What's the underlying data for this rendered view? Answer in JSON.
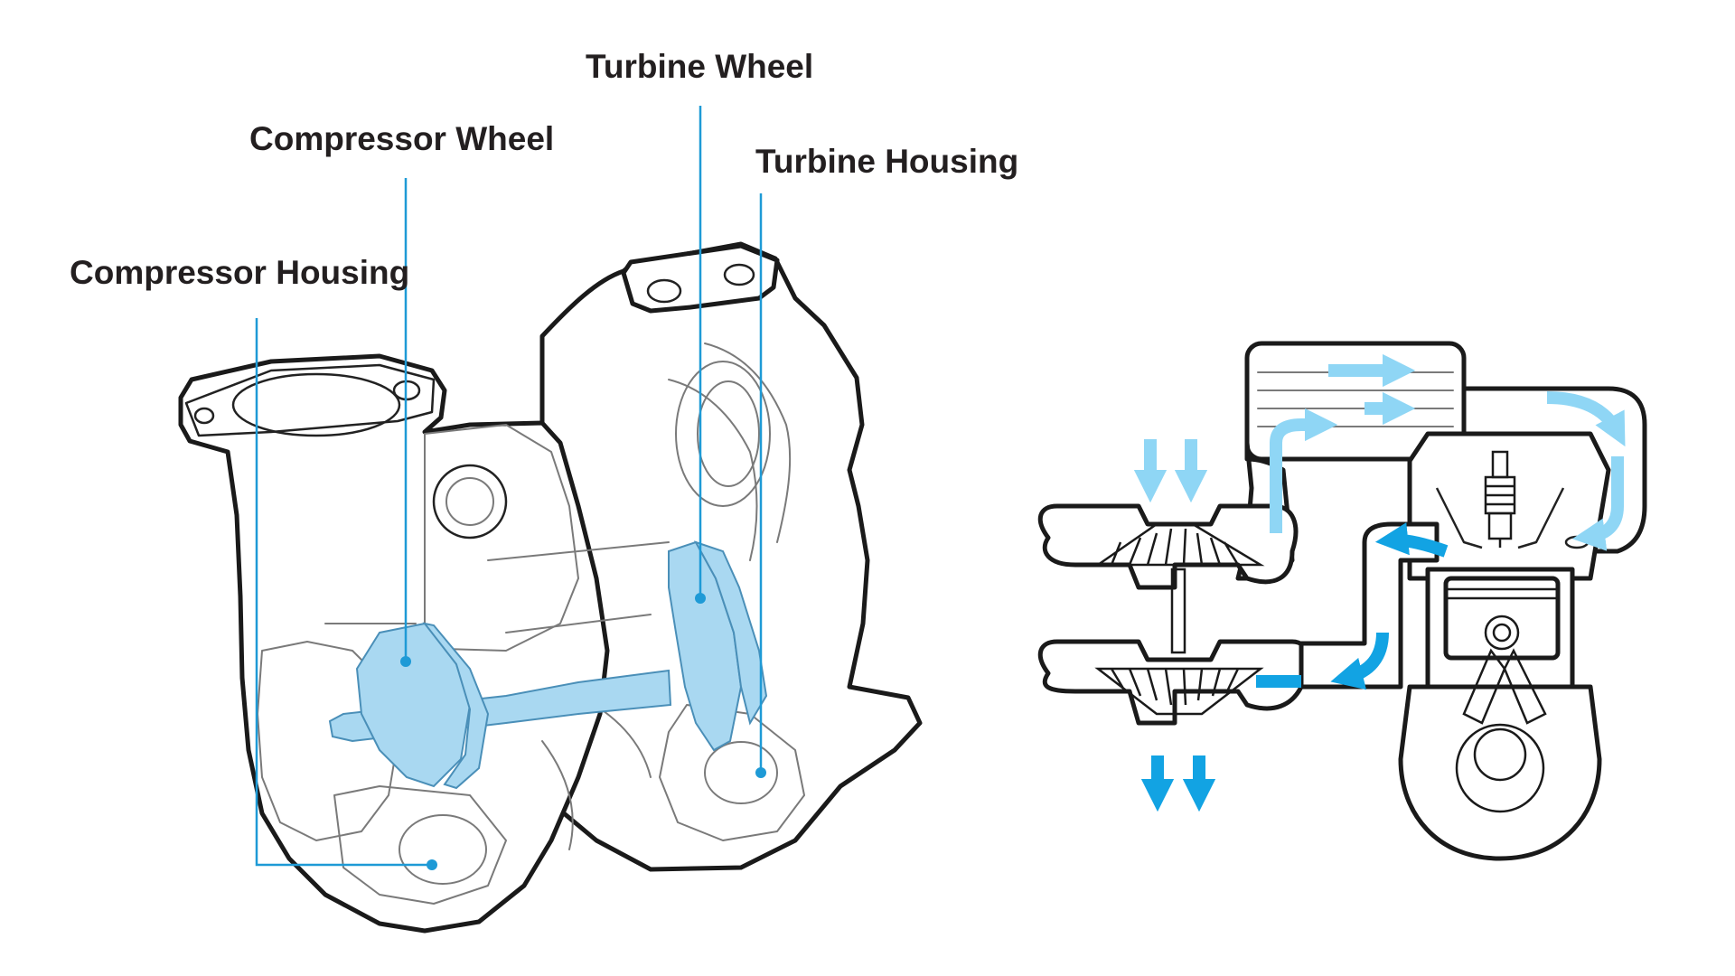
{
  "labels": {
    "turbine_wheel": "Turbine Wheel",
    "compressor_wheel": "Compressor Wheel",
    "turbine_housing": "Turbine Housing",
    "compressor_housing": "Compressor Housing"
  },
  "colors": {
    "label_text": "#231f20",
    "leader_line": "#1e9ad6",
    "part_highlight": "#a9d8f1",
    "part_highlight_stroke": "#4a8fb8",
    "intake_air_flow": "#8fd6f5",
    "exhaust_flow": "#12a3e3"
  }
}
